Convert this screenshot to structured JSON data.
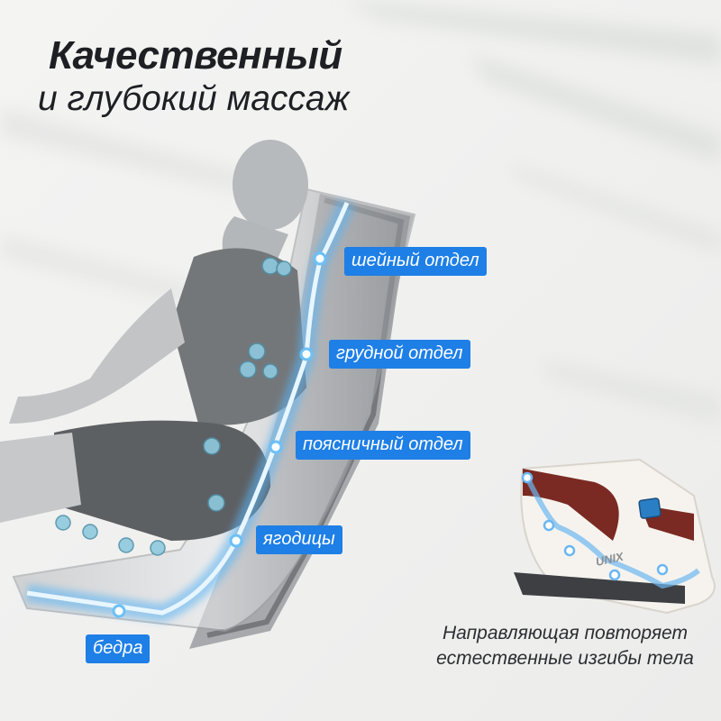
{
  "heading": {
    "line1": "Качественный",
    "line2": "и глубокий массаж"
  },
  "zones": [
    {
      "id": "neck",
      "label": "шейный отдел"
    },
    {
      "id": "chest",
      "label": "грудной отдел"
    },
    {
      "id": "lumbar",
      "label": "поясничный отдел"
    },
    {
      "id": "glutes",
      "label": "ягодицы"
    },
    {
      "id": "thighs",
      "label": "бедра"
    }
  ],
  "product": {
    "brand": "UNIX"
  },
  "caption": {
    "line1": "Направляющая повторяет",
    "line2": "естественные изгибы тела"
  },
  "colors": {
    "label_bg": "#1e7fe6",
    "guide_glow": "#5ab4f5",
    "chair_accent": "#7a2a22",
    "heading_text": "#1d1f23"
  }
}
